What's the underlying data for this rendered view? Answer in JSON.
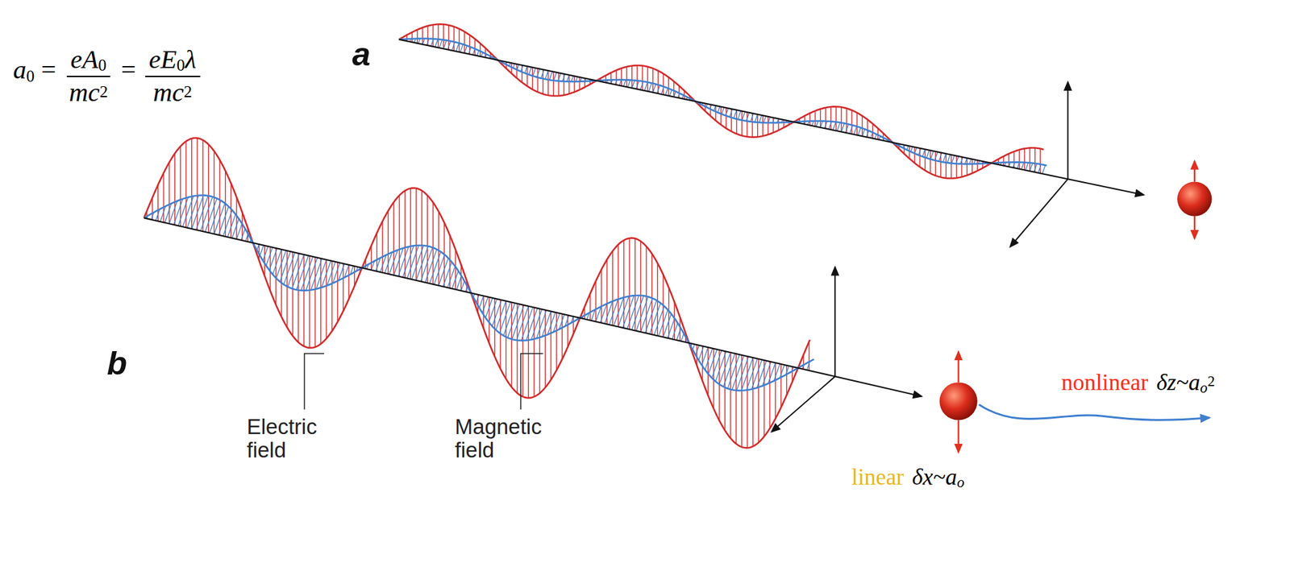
{
  "diagram": {
    "labels": [
      "a",
      "0",
      "=",
      "eA",
      "0",
      "mc",
      "2",
      "=",
      "eE",
      "0",
      "λ",
      "mc",
      "2",
      "a",
      "b",
      "Electric field",
      "Magnetic field",
      "nonlinear",
      "δz~a",
      "o",
      "2",
      "linear",
      "δx~a",
      "o"
    ]
  }
}
